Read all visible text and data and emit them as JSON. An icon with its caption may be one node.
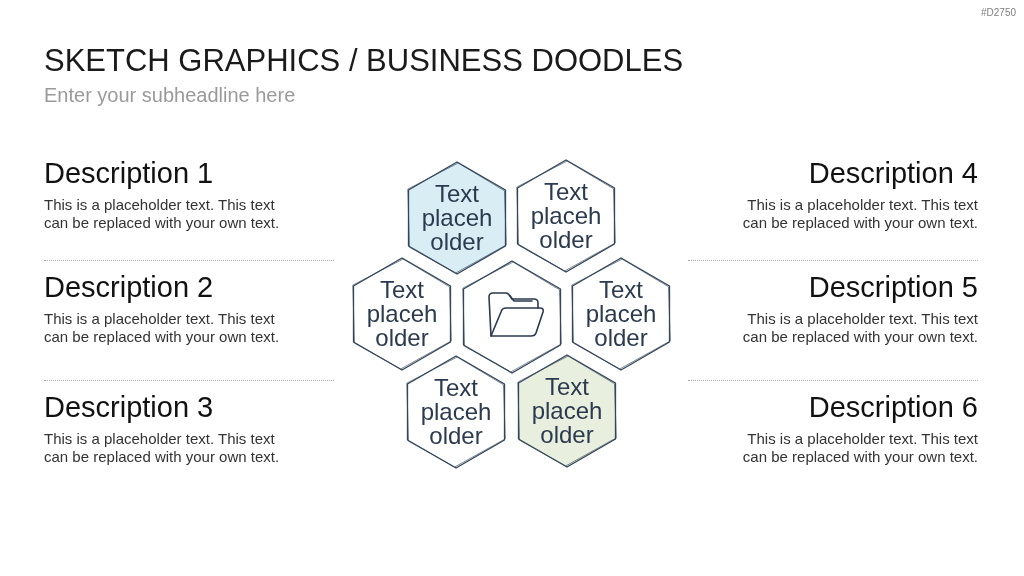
{
  "diagram": {
    "title": "SKETCH GRAPHICS / BUSINESS DOODLES",
    "nodes": [
      {
        "text": [
          "Text placeh older"
        ]
      },
      {
        "text": [
          "Text placeh older"
        ]
      },
      {
        "text": [
          "Text placeh older"
        ]
      },
      {
        "text": [],
        "shape": "hexagon"
      },
      {
        "text": [
          "Text placeh older"
        ]
      },
      {
        "text": [
          "Text placeh older"
        ]
      },
      {
        "text": [
          "Text placeh older"
        ]
      }
    ],
    "labels": [
      "#D2750",
      "Enter your subheadline here",
      "Description 1",
      "This is a placeholder text. This text can be replaced with your own text.",
      "Description 2",
      "This is a placeholder text. This text can be replaced with your own text.",
      "Description 3",
      "This is a placeholder text. This text can be replaced with your own text.",
      "Description 4",
      "This is a placeholder text. This text can be replaced with your own text.",
      "Description 5",
      "This is a placeholder text. This text can be replaced with your own text.",
      "Description 6",
      "This is a placeholder text. This text can be replaced with your own text."
    ]
  }
}
